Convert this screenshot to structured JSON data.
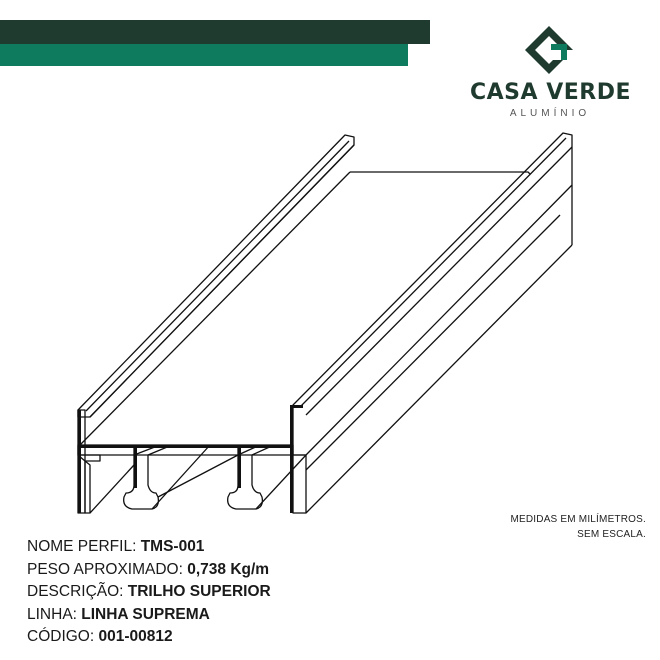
{
  "header": {
    "bar_colors": {
      "dark": "#1f3a2e",
      "green": "#0e7a5e"
    }
  },
  "brand": {
    "name": "CASA VERDE",
    "subtitle": "ALUMÍNIO",
    "logo_icon": "casa-verde-logo-mark",
    "color": "#1f3a2e",
    "accent": "#0e7a5e"
  },
  "drawing": {
    "icon": "aluminium-profile-drawing"
  },
  "note": {
    "line1": "MEDIDAS EM MILÍMETROS.",
    "line2": "SEM ESCALA."
  },
  "specs": {
    "nome_label": "NOME PERFIL: ",
    "nome_value": "TMS-001",
    "peso_label": "PESO APROXIMADO: ",
    "peso_value": "0,738 Kg/m",
    "descricao_label": "DESCRIÇÃO: ",
    "descricao_value": "TRILHO SUPERIOR",
    "linha_label": "LINHA: ",
    "linha_value": "LINHA SUPREMA",
    "codigo_label": "CÓDIGO: ",
    "codigo_value": "001-00812"
  }
}
